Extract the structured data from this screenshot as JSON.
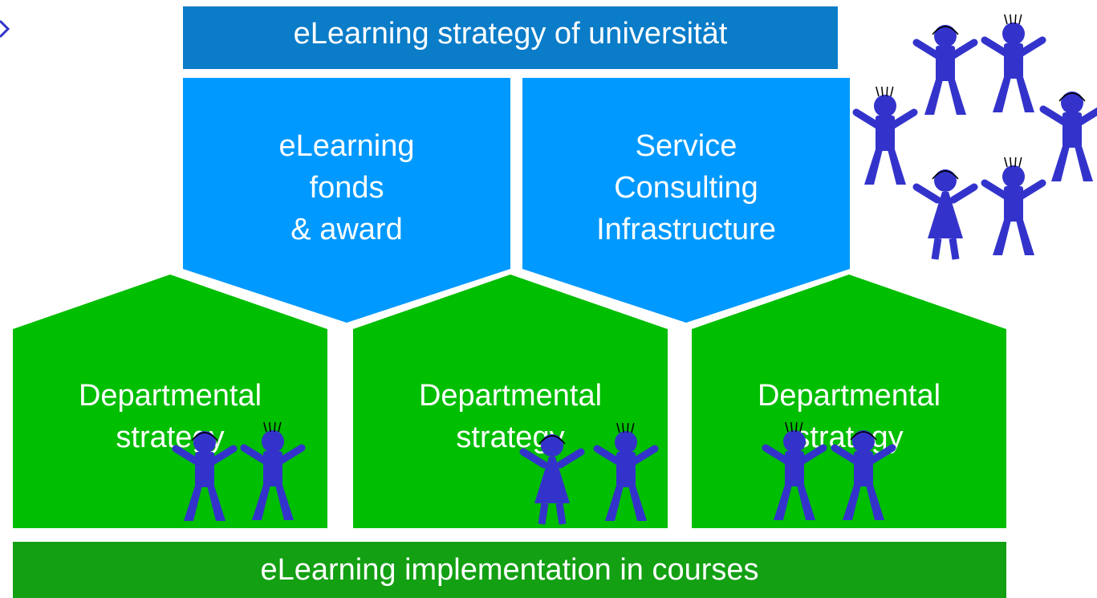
{
  "diagram": {
    "top_banner": {
      "label": "eLearning strategy of universität",
      "color": "#0A7CC8"
    },
    "pillars": [
      {
        "lines": [
          "eLearning",
          "fonds",
          "& award"
        ],
        "color": "#0099FF"
      },
      {
        "lines": [
          "Service",
          "Consulting",
          "Infrastructure"
        ],
        "color": "#0099FF"
      }
    ],
    "departments": [
      {
        "lines": [
          "Departmental",
          "strategy"
        ],
        "color": "#00BE00"
      },
      {
        "lines": [
          "Departmental",
          "strategy"
        ],
        "color": "#00BE00"
      },
      {
        "lines": [
          "Departmental",
          "strategy"
        ],
        "color": "#00BE00"
      }
    ],
    "bottom_banner": {
      "label": "eLearning implementation in courses",
      "color": "#13A013"
    },
    "figure_color": "#3333CC",
    "figure_icon": "stick-figure-icon"
  }
}
